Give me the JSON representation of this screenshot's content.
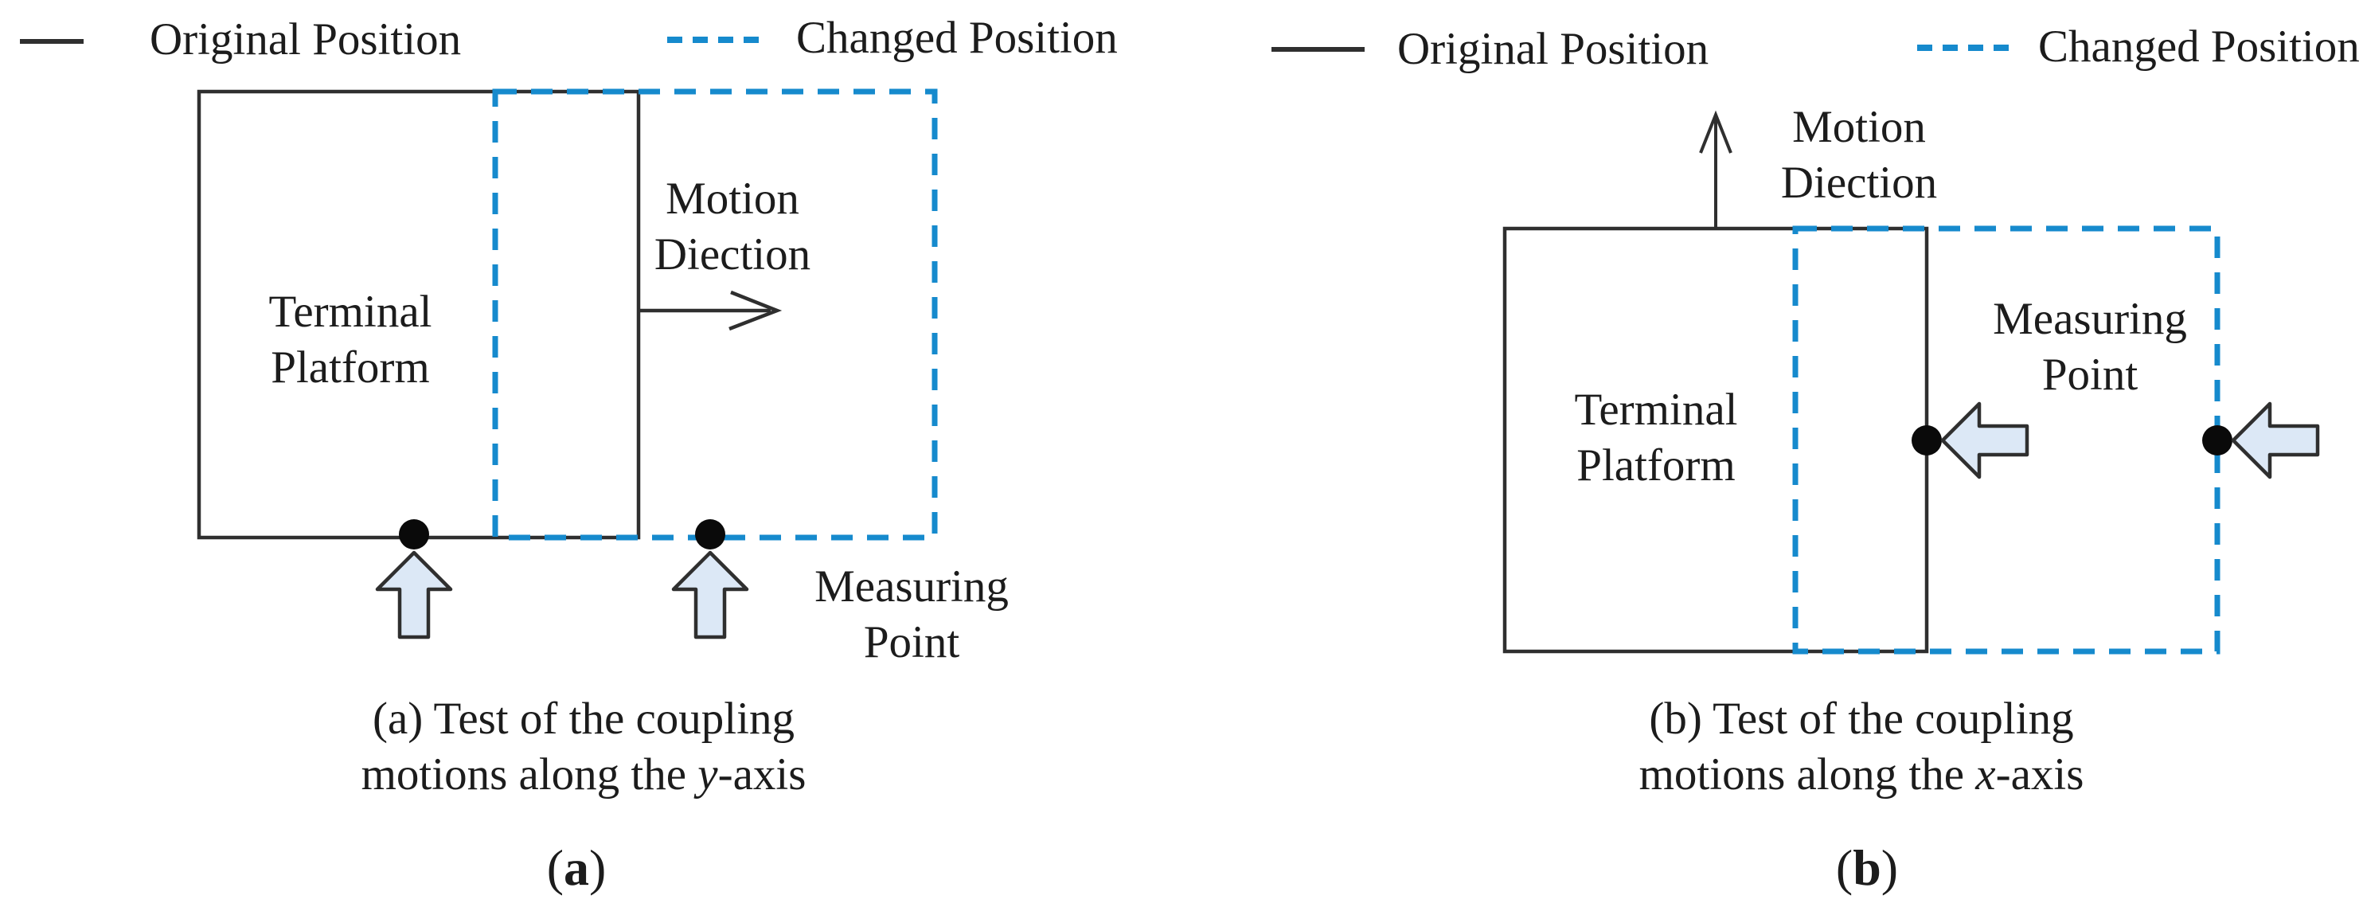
{
  "figure": {
    "type": "test-setup-diagram",
    "description_visible_text_only": true
  },
  "colors": {
    "line_black": "#2f2f2f",
    "dashed_blue": "#168acd",
    "probe_arrow_fill": "#dce8f6",
    "probe_arrow_stroke": "#2f2f2f",
    "dot_black": "#0a0a0a",
    "text": "#1c1c1c",
    "background": "#ffffff"
  },
  "panel_a": {
    "legend": {
      "original_label": "Original Position",
      "changed_label": "Changed Position"
    },
    "platform_line1": "Terminal",
    "platform_line2": "Platform",
    "motion_line1": "Motion",
    "motion_line2": "Diection",
    "measuring_line1": "Measuring",
    "measuring_line2": "Point",
    "caption_line1": "(a) Test of the coupling",
    "caption_line2_prefix": "motions along the ",
    "caption_axis": "y",
    "caption_line2_suffix": "-axis",
    "tag_open": "(",
    "tag_letter": "a",
    "tag_close": ")"
  },
  "panel_b": {
    "legend": {
      "original_label": "Original Position",
      "changed_label": "Changed Position"
    },
    "platform_line1": "Terminal",
    "platform_line2": "Platform",
    "motion_line1": "Motion",
    "motion_line2": "Diection",
    "measuring_line1": "Measuring",
    "measuring_line2": "Point",
    "caption_line1": "(b) Test of the coupling",
    "caption_line2_prefix": "motions along the ",
    "caption_axis": "x",
    "caption_line2_suffix": "-axis",
    "tag_open": "(",
    "tag_letter": "b",
    "tag_close": ")"
  }
}
